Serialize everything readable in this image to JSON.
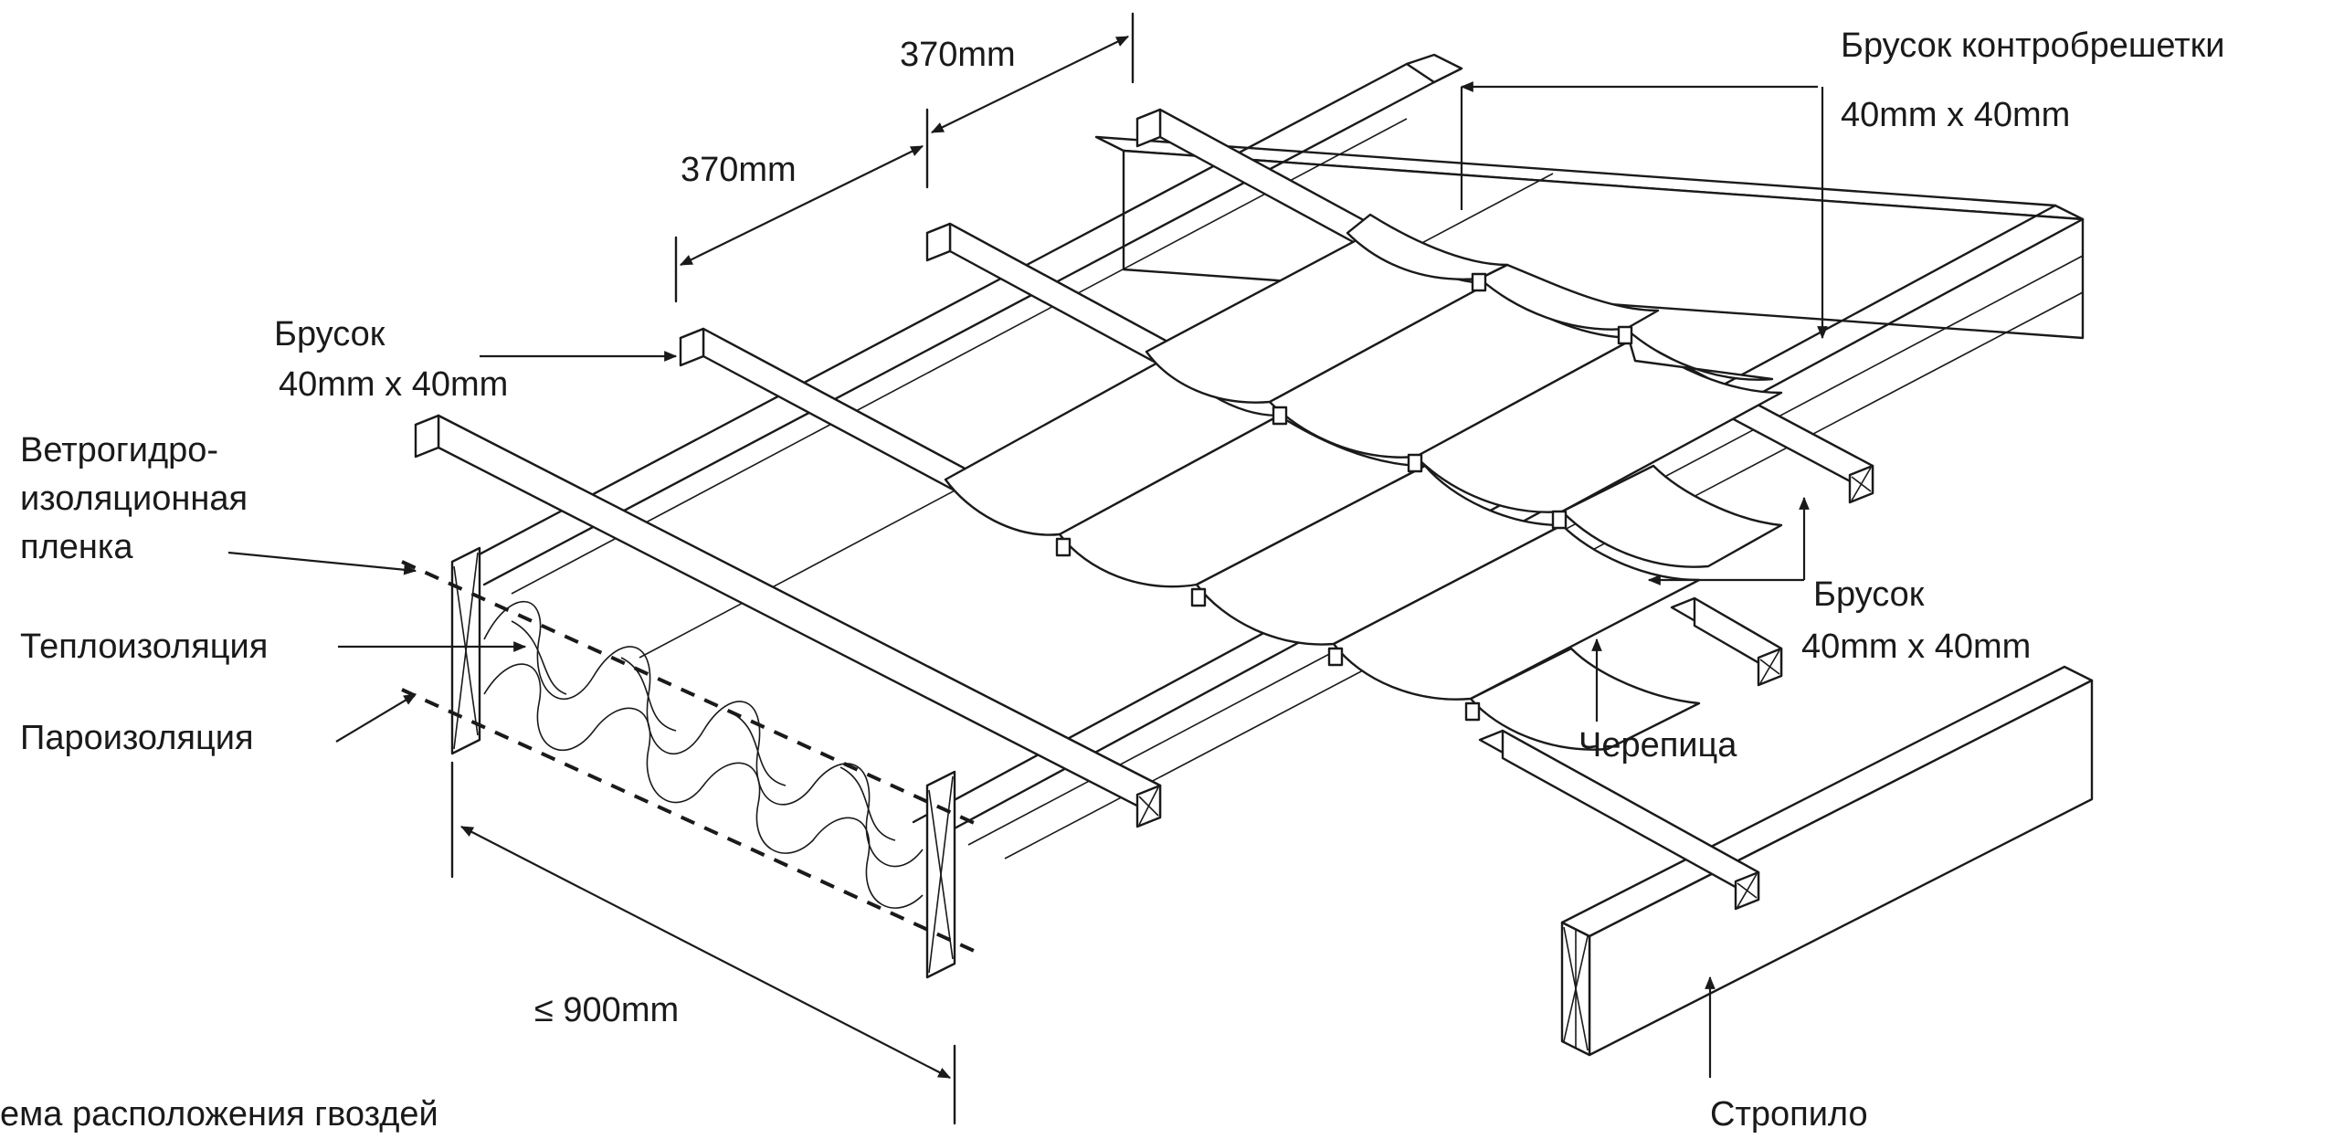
{
  "labels": {
    "dim_top": "370mm",
    "dim_middle": "370mm",
    "dim_bottom": "≤ 900mm",
    "counter_batten_title": "Брусок контробрешетки",
    "counter_batten_size": "40mm x 40mm",
    "batten_left_title": "Брусок",
    "batten_left_size": "40mm x 40mm",
    "membrane_line1": "Ветрогидро-",
    "membrane_line2": "изоляционная",
    "membrane_line3": "пленка",
    "insulation": "Теплоизоляция",
    "vapor_barrier": "Пароизоляция",
    "batten_right_title": "Брусок",
    "batten_right_size": "40mm x 40mm",
    "tile": "Черепица",
    "rafter": "Стропило",
    "nail_scheme": "ема расположения гвоздей"
  },
  "colors": {
    "ink": "#1a1a1a",
    "background": "#ffffff"
  }
}
